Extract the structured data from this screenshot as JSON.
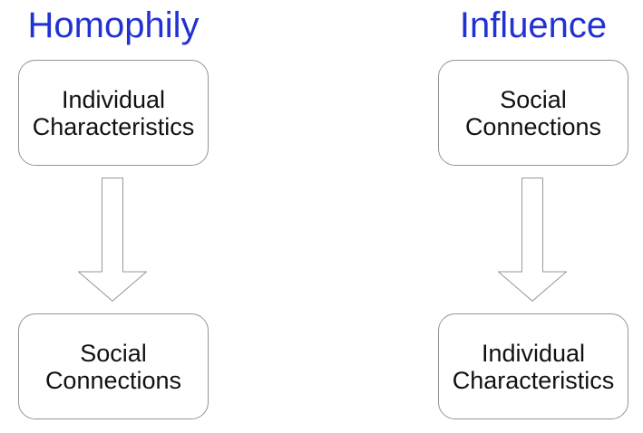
{
  "colors": {
    "background": "#ffffff",
    "title": "#2232d2",
    "box_border": "#949494",
    "arrow_border": "#999999",
    "text": "#111111"
  },
  "diagram": {
    "columns": [
      {
        "title": "Homophily",
        "top_box": "Individual\nCharacteristics",
        "arrow": "down-arrow-icon",
        "bottom_box": "Social\nConnections"
      },
      {
        "title": "Influence",
        "top_box": "Social\nConnections",
        "arrow": "down-arrow-icon",
        "bottom_box": "Individual\nCharacteristics"
      }
    ]
  }
}
